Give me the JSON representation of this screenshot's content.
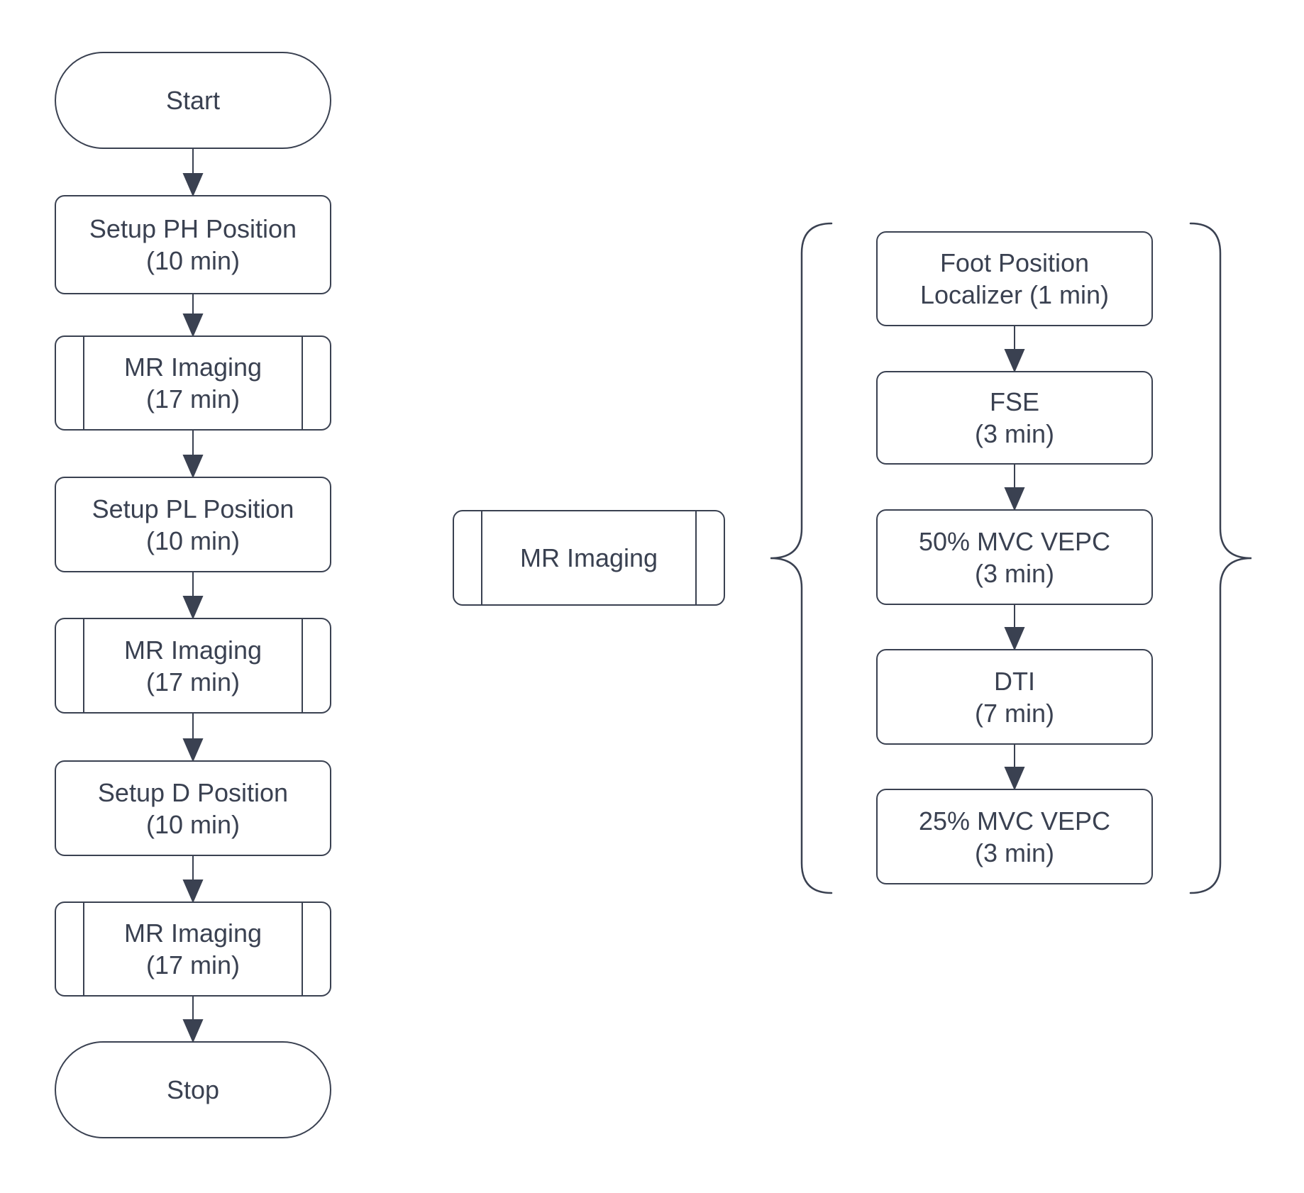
{
  "diagram": {
    "background_color": "#ffffff",
    "stroke_color": "#3a4151",
    "text_color": "#3a4151",
    "nodes": {
      "start": {
        "type": "terminator",
        "line1": "Start",
        "line2": ""
      },
      "setup_ph": {
        "type": "process",
        "line1": "Setup PH Position",
        "line2": "(10 min)"
      },
      "mr1": {
        "type": "subroutine",
        "line1": "MR Imaging",
        "line2": "(17 min)"
      },
      "setup_pl": {
        "type": "process",
        "line1": "Setup PL Position",
        "line2": "(10 min)"
      },
      "mr2": {
        "type": "subroutine",
        "line1": "MR Imaging",
        "line2": "(17 min)"
      },
      "setup_d": {
        "type": "process",
        "line1": "Setup D Position",
        "line2": "(10 min)"
      },
      "mr3": {
        "type": "subroutine",
        "line1": "MR Imaging",
        "line2": "(17 min)"
      },
      "stop": {
        "type": "terminator",
        "line1": "Stop",
        "line2": ""
      },
      "mr_detail": {
        "type": "subroutine",
        "line1": "MR Imaging",
        "line2": ""
      },
      "foot": {
        "type": "process",
        "line1": "Foot Position",
        "line2": "Localizer (1 min)"
      },
      "fse": {
        "type": "process",
        "line1": "FSE",
        "line2": "(3 min)"
      },
      "mvc50": {
        "type": "process",
        "line1": "50% MVC VEPC",
        "line2": "(3 min)"
      },
      "dti": {
        "type": "process",
        "line1": "DTI",
        "line2": "(7 min)"
      },
      "mvc25": {
        "type": "process",
        "line1": "25% MVC VEPC",
        "line2": "(3 min)"
      }
    }
  }
}
